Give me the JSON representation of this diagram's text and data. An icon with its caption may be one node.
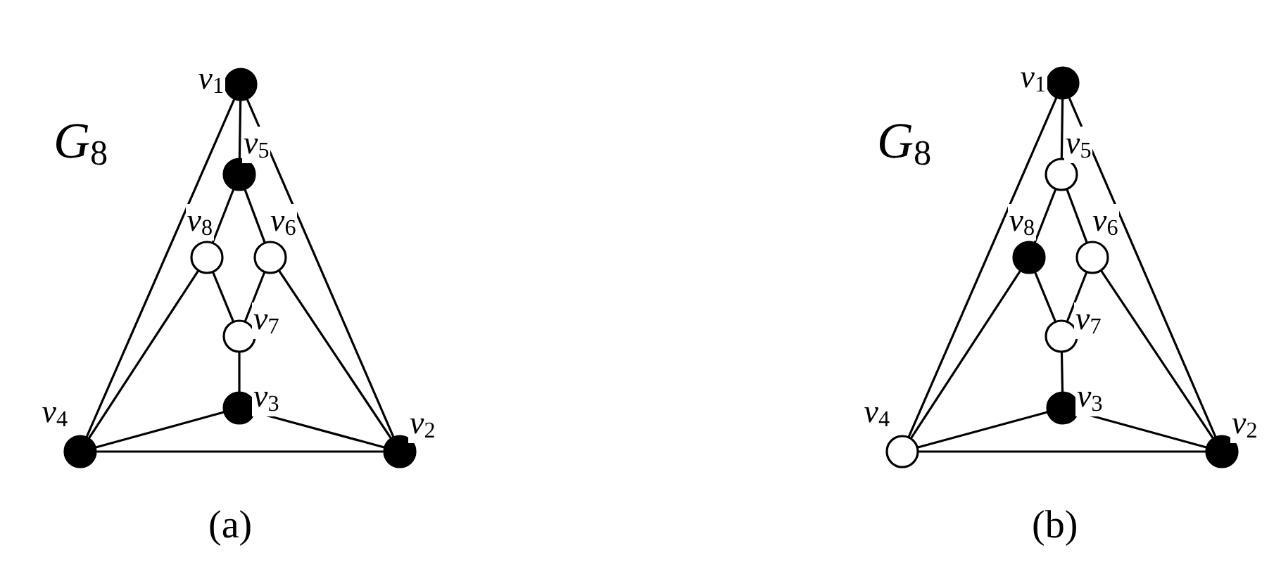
{
  "diagram": {
    "nodes": [
      {
        "text": [],
        "shape": "dot",
        "beside": [
          "v$_{1}$"
        ]
      },
      {
        "text": [],
        "shape": "dot",
        "beside": [
          "v$_{5}$"
        ]
      },
      {
        "text": [],
        "shape": "circle",
        "beside": [
          "v$_{8}$"
        ]
      },
      {
        "text": [],
        "shape": "circle",
        "beside": [
          "v$_{6}$"
        ]
      },
      {
        "text": [],
        "shape": "circle",
        "beside": [
          "v$_{7}$"
        ]
      },
      {
        "text": [],
        "shape": "dot",
        "beside": [
          "v$_{3}$"
        ]
      },
      {
        "text": [],
        "shape": "dot",
        "beside": [
          "v$_{4}$"
        ]
      },
      {
        "text": [],
        "shape": "dot",
        "beside": [
          "v$_{2}$"
        ]
      },
      {
        "text": [],
        "shape": "dot",
        "beside": [
          "v$_{1}$"
        ]
      },
      {
        "text": [],
        "shape": "circle",
        "beside": [
          "v$_{5}$"
        ]
      },
      {
        "text": [],
        "shape": "dot",
        "beside": [
          "v$_{8}$"
        ]
      },
      {
        "text": [],
        "shape": "circle",
        "beside": [
          "v$_{6}$"
        ]
      },
      {
        "text": [],
        "shape": "circle",
        "beside": [
          "v$_{7}$"
        ]
      },
      {
        "text": [],
        "shape": "dot",
        "beside": [
          "v$_{3}$"
        ]
      },
      {
        "text": [],
        "shape": "circle",
        "beside": [
          "v$_{4}$"
        ]
      },
      {
        "text": [],
        "shape": "dot",
        "beside": [
          "v$_{2}$"
        ]
      }
    ],
    "edges": [
      {
        "from": 0,
        "to": 1,
        "arrow": "none"
      },
      {
        "from": 0,
        "to": 6,
        "arrow": "none"
      },
      {
        "from": 0,
        "to": 7,
        "arrow": "none"
      },
      {
        "from": 1,
        "to": 2,
        "arrow": "none"
      },
      {
        "from": 1,
        "to": 3,
        "arrow": "none"
      },
      {
        "from": 2,
        "to": 4,
        "arrow": "none"
      },
      {
        "from": 3,
        "to": 4,
        "arrow": "none"
      },
      {
        "from": 2,
        "to": 6,
        "arrow": "none"
      },
      {
        "from": 3,
        "to": 7,
        "arrow": "none"
      },
      {
        "from": 4,
        "to": 5,
        "arrow": "none"
      },
      {
        "from": 5,
        "to": 6,
        "arrow": "none"
      },
      {
        "from": 5,
        "to": 7,
        "arrow": "none"
      },
      {
        "from": 6,
        "to": 7,
        "arrow": "none"
      },
      {
        "from": 8,
        "to": 9,
        "arrow": "none"
      },
      {
        "from": 8,
        "to": 14,
        "arrow": "none"
      },
      {
        "from": 8,
        "to": 15,
        "arrow": "none"
      },
      {
        "from": 9,
        "to": 10,
        "arrow": "none"
      },
      {
        "from": 9,
        "to": 11,
        "arrow": "none"
      },
      {
        "from": 10,
        "to": 12,
        "arrow": "none"
      },
      {
        "from": 11,
        "to": 12,
        "arrow": "none"
      },
      {
        "from": 10,
        "to": 14,
        "arrow": "none"
      },
      {
        "from": 11,
        "to": 15,
        "arrow": "none"
      },
      {
        "from": 12,
        "to": 13,
        "arrow": "none"
      },
      {
        "from": 13,
        "to": 14,
        "arrow": "none"
      },
      {
        "from": 13,
        "to": 15,
        "arrow": "none"
      },
      {
        "from": 14,
        "to": 15,
        "arrow": "none"
      }
    ],
    "labels": [
      "G$_{8}$",
      "(a)",
      "G$_{8}$",
      "(b)"
    ]
  }
}
